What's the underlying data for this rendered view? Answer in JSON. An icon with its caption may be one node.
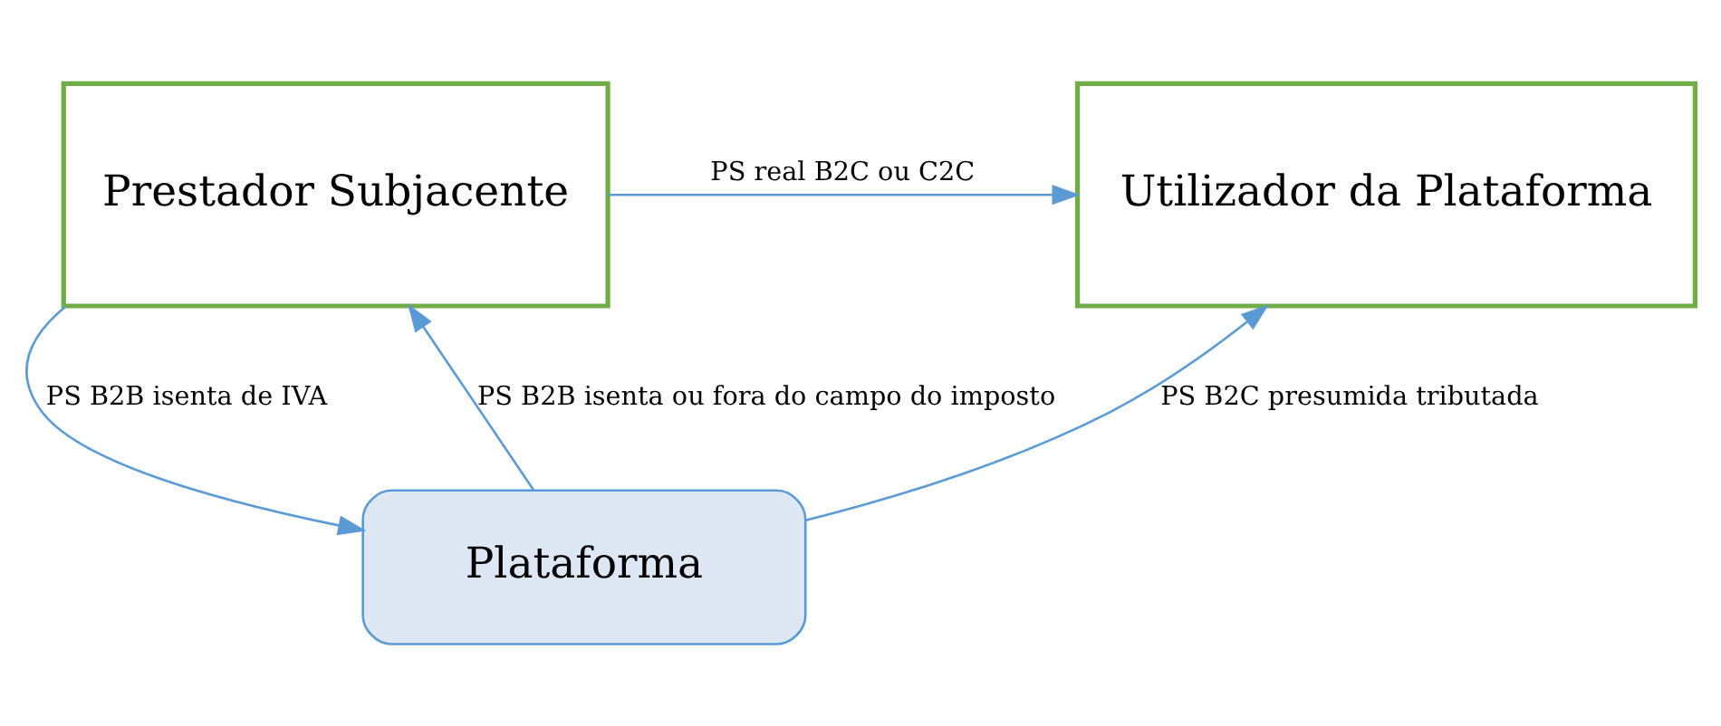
{
  "diagram": {
    "nodes": [
      {
        "text": [
          "Prestador Subjacente"
        ]
      },
      {
        "text": [
          "Utilizador da Plataforma"
        ]
      },
      {
        "text": [
          "Plataforma"
        ]
      }
    ],
    "edges": [
      {
        "from": 0,
        "to": 1,
        "arrow": "to",
        "label": "PS real B2C ou C2C"
      },
      {
        "from": 0,
        "to": 2,
        "arrow": "to",
        "label": "PS B2B isenta de IVA"
      },
      {
        "from": 2,
        "to": 0,
        "arrow": "to",
        "label": "PS B2B isenta ou fora do campo do imposto"
      },
      {
        "from": 2,
        "to": 1,
        "arrow": "to",
        "label": "PS B2C presumida tributada"
      }
    ]
  }
}
